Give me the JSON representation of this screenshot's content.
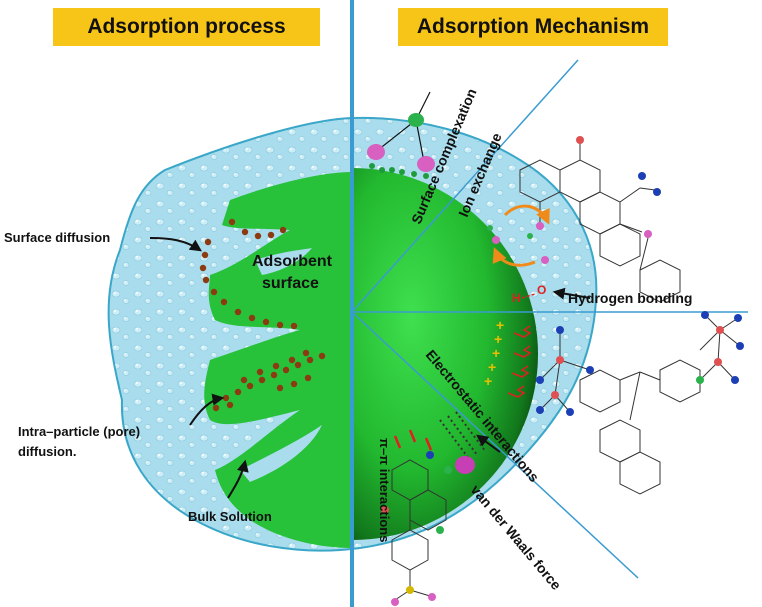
{
  "headers": {
    "left": "Adsorption process",
    "right": "Adsorption Mechanism"
  },
  "labels": {
    "adsorbent_line1": "Adsorbent",
    "adsorbent_line2": "surface",
    "surface_diffusion": "Surface diffusion",
    "intra_line1": "Intra–particle (pore)",
    "intra_line2": "diffusion.",
    "bulk_solution": "Bulk Solution",
    "surface_complexation": "Surface complexation",
    "ion_exchange": "Ion exchange",
    "hydrogen_bonding": "Hydrogen bonding",
    "electrostatic": "Electrostatic interactions",
    "van_der_waals": "van der Waals force",
    "pi_pi": "π–π interactions",
    "h_atom": "H",
    "o_atom": "O"
  },
  "colors": {
    "header_bg": "#f7c418",
    "solution": "#a9dcec",
    "solution_edge": "#3aa7c9",
    "adsorbent": "#27c13a",
    "divider": "#3a9bd0",
    "particle": "#8b3a12",
    "positive_charge": "#e8c000",
    "arrow_red": "#e02020"
  }
}
